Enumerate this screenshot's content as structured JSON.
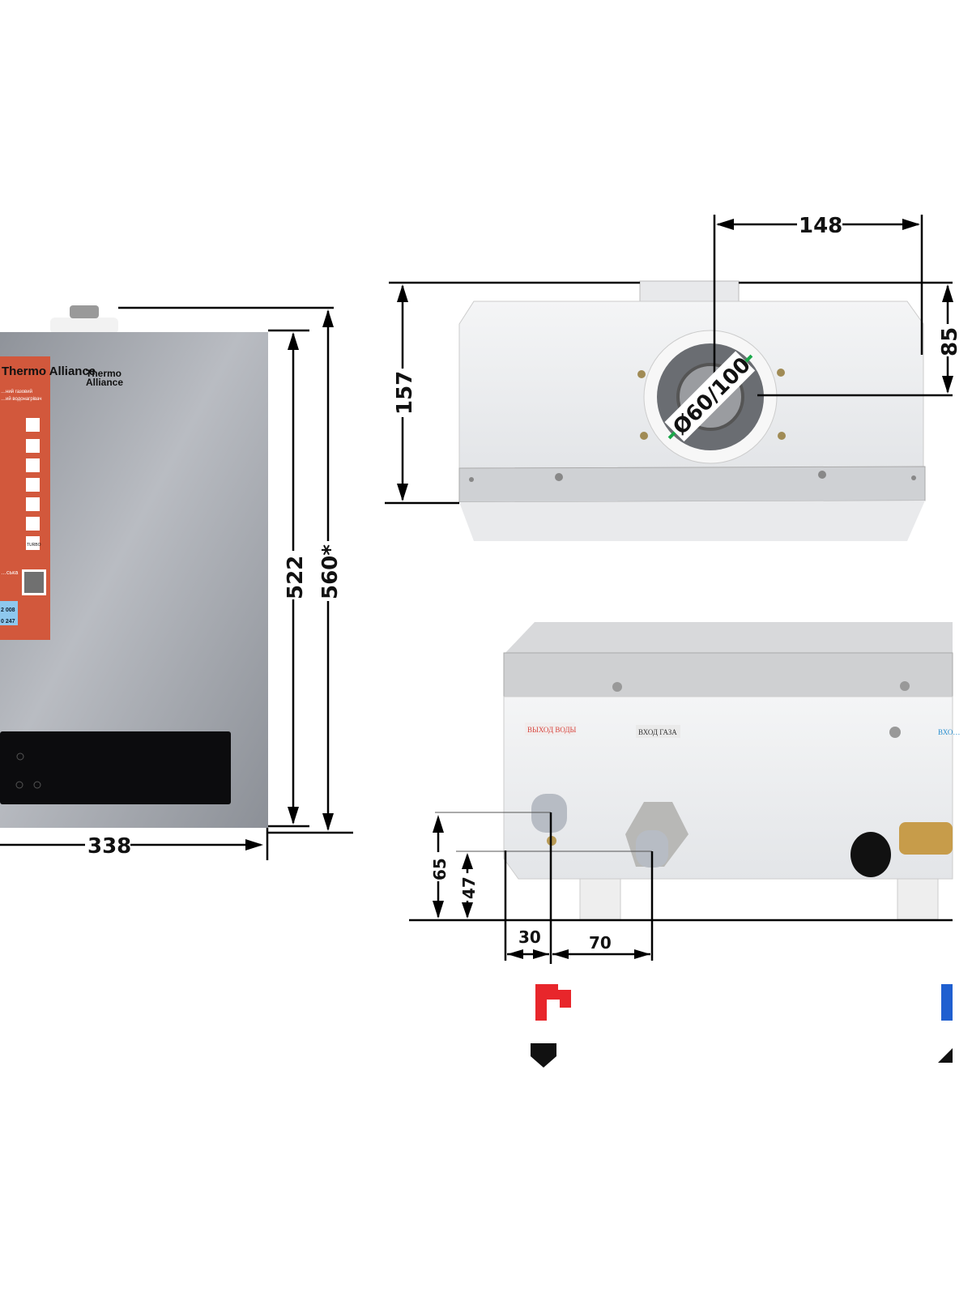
{
  "front_view": {
    "brand": "Thermo Alliance",
    "label_brand": "Thermo Alliance",
    "label_subtitle_1": "…ний газовий",
    "label_subtitle_2": "…ий водонагрівач",
    "label_badge": "TURBO",
    "label_price_1": "2 008",
    "label_price_2": "0 247",
    "label_section": "…ська",
    "width_dim": "338",
    "height_body_dim": "522",
    "height_total_dim": "560*"
  },
  "top_view": {
    "depth_dim": "157",
    "flue_offset_dim": "148",
    "flue_height_dim": "85",
    "flue_diameter": "Ø60/100"
  },
  "bottom_view": {
    "water_out_label": "ВЫХОД ВОДЫ",
    "gas_in_label": "ВХОД ГАЗА",
    "water_in_label": "ВХО…",
    "height_65": "65",
    "height_47": "47",
    "offset_30": "30",
    "offset_70": "70"
  },
  "colors": {
    "hot": "#e8262b",
    "cold": "#1f5fd0",
    "label": "#d2583c"
  }
}
